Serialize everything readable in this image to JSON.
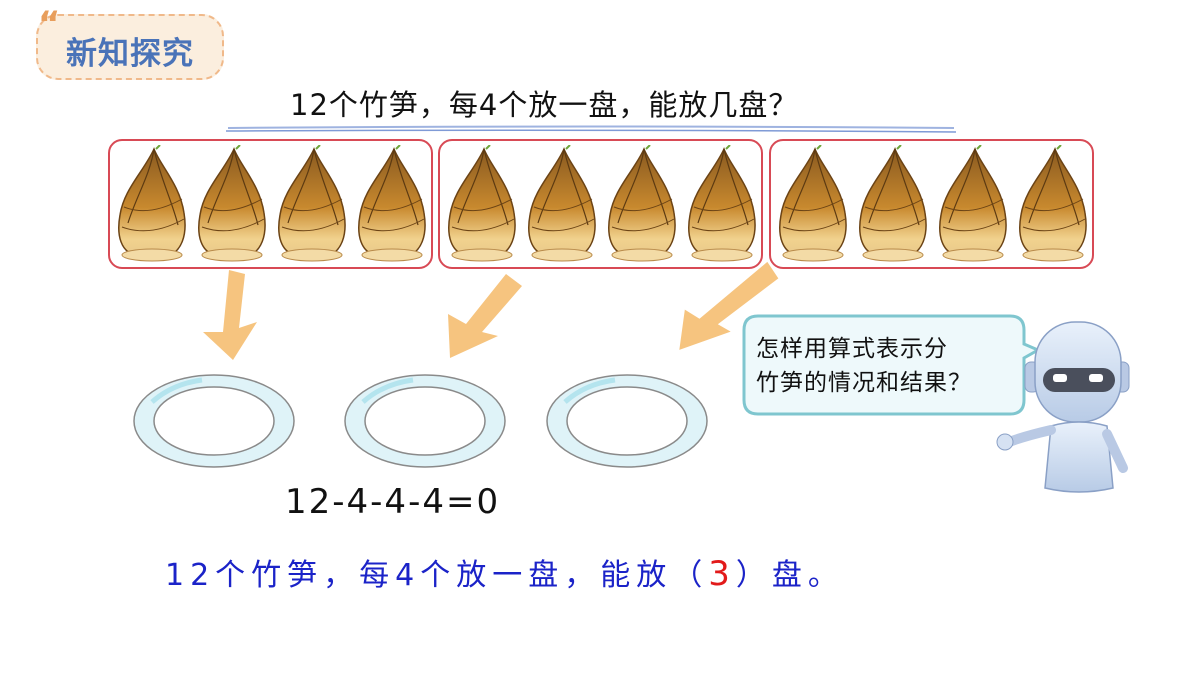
{
  "section_badge": {
    "label": "新知探究"
  },
  "question": "12个竹笋，每4个放一盘，能放几盘？",
  "groups": [
    {
      "count": 4
    },
    {
      "count": 4
    },
    {
      "count": 4
    }
  ],
  "plates_count": 3,
  "equation": "12-4-4-4=0",
  "answer": {
    "prefix": "12个竹笋，每4个放一盘，能放（",
    "number": "3",
    "suffix": "）盘。"
  },
  "speech_bubble": {
    "line1": "怎样用算式表示分",
    "line2": "竹笋的情况和结果？"
  },
  "colors": {
    "group_border": "#d84a55",
    "answer_text": "#1b23c8",
    "answer_number": "#e21a1a",
    "badge_text": "#4a73b8",
    "arrow": "#f6c47f",
    "bubble_border": "#7fc6cf"
  }
}
